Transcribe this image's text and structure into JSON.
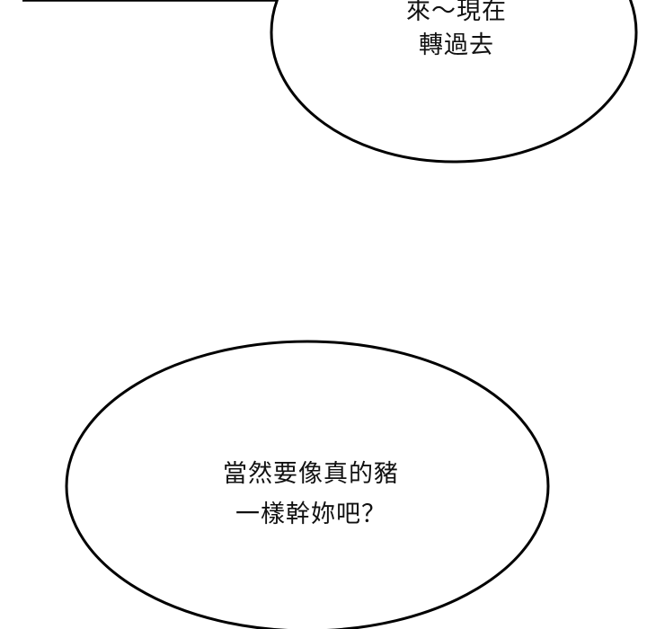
{
  "panel": {
    "background": "#ffffff",
    "outline_color": "#000000"
  },
  "bubbles": [
    {
      "id": "top-right",
      "lines": [
        "來～現在",
        "轉過去"
      ]
    },
    {
      "id": "bottom-center",
      "lines": [
        "當然要像真的豬",
        "一樣幹妳吧？"
      ]
    }
  ]
}
